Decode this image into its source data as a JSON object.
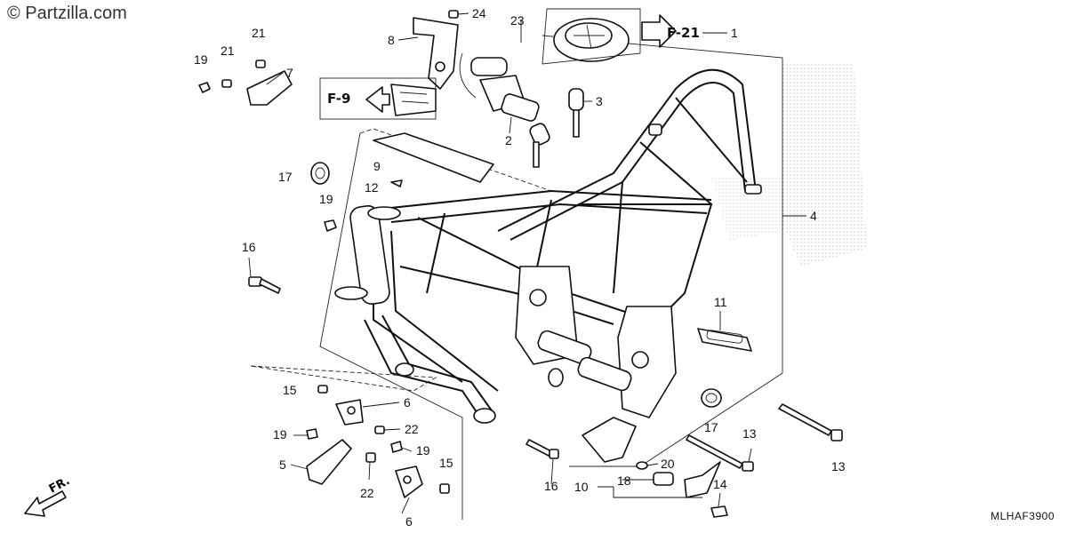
{
  "watermark": "© Partzilla.com",
  "diagram_code": "MLHAF3900",
  "front_indicator": "FR.",
  "ref_arrows": [
    {
      "id": "f21",
      "label": "F-21"
    },
    {
      "id": "f9",
      "label": "F-9"
    }
  ],
  "callouts": [
    {
      "id": "c1",
      "num": "1"
    },
    {
      "id": "c2",
      "num": "2"
    },
    {
      "id": "c3",
      "num": "3"
    },
    {
      "id": "c4",
      "num": "4"
    },
    {
      "id": "c5",
      "num": "5"
    },
    {
      "id": "c6a",
      "num": "6"
    },
    {
      "id": "c6b",
      "num": "6"
    },
    {
      "id": "c7",
      "num": "7"
    },
    {
      "id": "c8",
      "num": "8"
    },
    {
      "id": "c9",
      "num": "9"
    },
    {
      "id": "c10",
      "num": "10"
    },
    {
      "id": "c11",
      "num": "11"
    },
    {
      "id": "c12",
      "num": "12"
    },
    {
      "id": "c13a",
      "num": "13"
    },
    {
      "id": "c13b",
      "num": "13"
    },
    {
      "id": "c14",
      "num": "14"
    },
    {
      "id": "c15a",
      "num": "15"
    },
    {
      "id": "c15b",
      "num": "15"
    },
    {
      "id": "c16a",
      "num": "16"
    },
    {
      "id": "c16b",
      "num": "16"
    },
    {
      "id": "c17a",
      "num": "17"
    },
    {
      "id": "c17b",
      "num": "17"
    },
    {
      "id": "c18",
      "num": "18"
    },
    {
      "id": "c19a",
      "num": "19"
    },
    {
      "id": "c19b",
      "num": "19"
    },
    {
      "id": "c19c",
      "num": "19"
    },
    {
      "id": "c19d",
      "num": "19"
    },
    {
      "id": "c20",
      "num": "20"
    },
    {
      "id": "c21a",
      "num": "21"
    },
    {
      "id": "c21b",
      "num": "21"
    },
    {
      "id": "c22a",
      "num": "22"
    },
    {
      "id": "c22b",
      "num": "22"
    },
    {
      "id": "c23",
      "num": "23"
    },
    {
      "id": "c24",
      "num": "24"
    }
  ]
}
